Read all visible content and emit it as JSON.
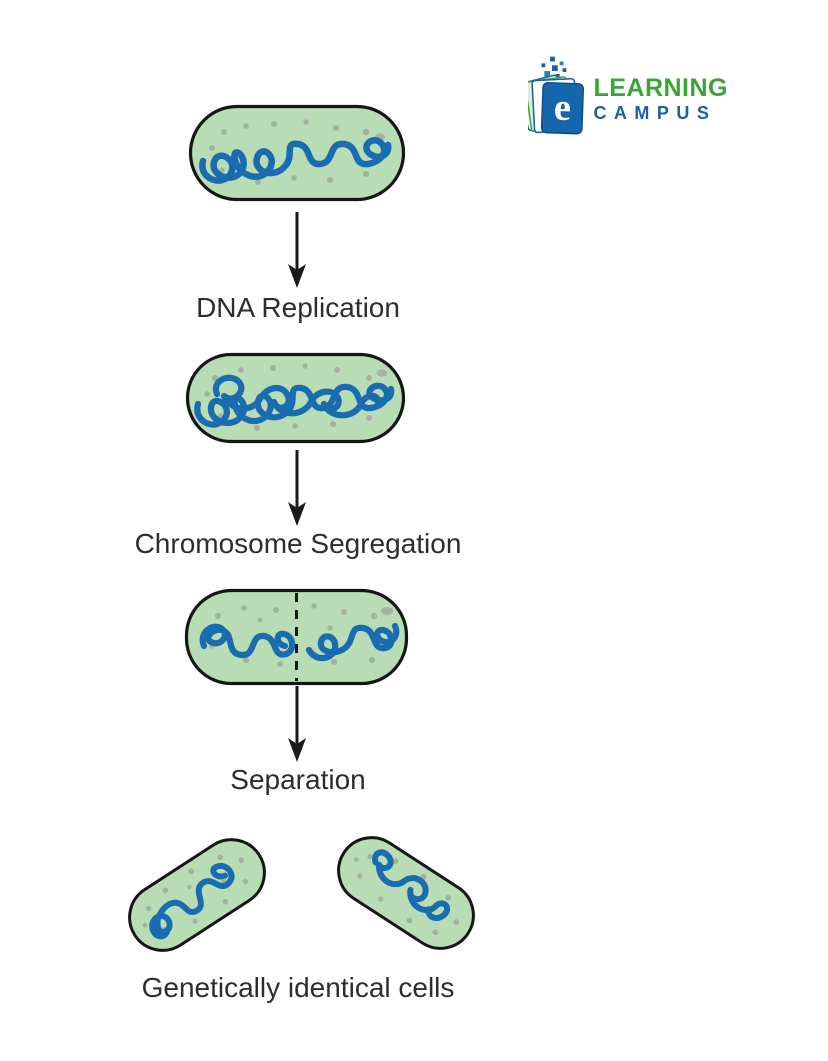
{
  "page": {
    "background": "#ffffff"
  },
  "logo": {
    "brand_top": "LEARNING",
    "brand_bottom": "CAMPUS",
    "book_letter": "e",
    "colors": {
      "learning_green": "#3aa437",
      "campus_blue": "#1d5fa7",
      "book_blue": "#1566ad"
    }
  },
  "diagram": {
    "steps": [
      {
        "label": "DNA Replication"
      },
      {
        "label": "Chromosome Segregation"
      },
      {
        "label": "Separation"
      }
    ],
    "final_label": "Genetically identical cells",
    "cells": [
      {
        "name": "parent-cell",
        "description": "single bacterium with one chromosome"
      },
      {
        "name": "replicated-cell",
        "description": "bacterium with duplicated chromosomes"
      },
      {
        "name": "segregating-cell",
        "description": "bacterium with septum (dashed line) and segregated chromosomes"
      },
      {
        "name": "daughter-cell-left",
        "description": "separated daughter cell"
      },
      {
        "name": "daughter-cell-right",
        "description": "separated daughter cell"
      }
    ],
    "colors": {
      "cell_fill": "#b8dcb3",
      "cell_outline": "#161616",
      "dna_blue": "#1a6cb0",
      "dot_green_gray": "#9fb29c",
      "dot_gray": "#a6ada4",
      "arrow_black": "#1a1a1a",
      "label_text": "#2d2d2d"
    }
  }
}
